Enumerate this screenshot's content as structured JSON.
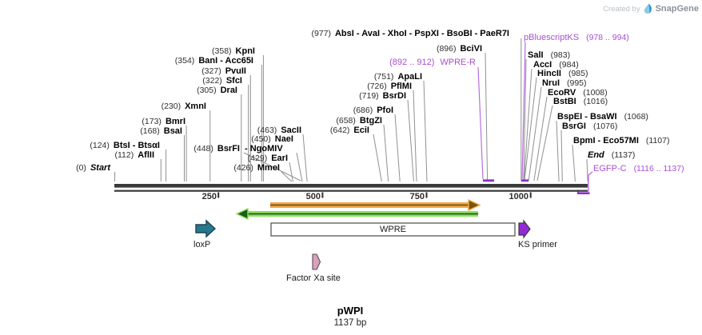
{
  "credit": {
    "created_by": "Created by",
    "brand": "SnapGene"
  },
  "plasmid": {
    "name": "pWPI",
    "length": "1137 bp"
  },
  "ruler": {
    "ticks": [
      "250",
      "500",
      "750",
      "1000"
    ]
  },
  "sites_left": [
    {
      "pos": "(977)",
      "name": "AbsI - AvaI - XhoI - PspXI - BsoBI - PaeR7I"
    },
    {
      "pos": "(358)",
      "name": "KpnI"
    },
    {
      "pos": "(354)",
      "name": "BanI - Acc65I"
    },
    {
      "pos": "(327)",
      "name": "PvuII"
    },
    {
      "pos": "(322)",
      "name": "SfcI"
    },
    {
      "pos": "(305)",
      "name": "DraI"
    },
    {
      "pos": "(230)",
      "name": "XmnI"
    },
    {
      "pos": "(173)",
      "name": "BmrI"
    },
    {
      "pos": "(168)",
      "name": "BsaI"
    },
    {
      "pos": "(124)",
      "name": "BtsI - BtsαI"
    },
    {
      "pos": "(112)",
      "name": "AflII"
    },
    {
      "pos": "(0)",
      "name": "Start"
    },
    {
      "pos": "(463)",
      "name": "SacII"
    },
    {
      "pos": "(450)",
      "name": "NaeI"
    },
    {
      "pos": "(448)",
      "name": "BsrFI"
    },
    {
      "pos": "",
      "name": "- NgoMIV"
    },
    {
      "pos": "(429)",
      "name": "EarI"
    },
    {
      "pos": "(426)",
      "name": "MmeI"
    },
    {
      "pos": "(642)",
      "name": "EciI"
    },
    {
      "pos": "(658)",
      "name": "BtgZI"
    },
    {
      "pos": "(686)",
      "name": "PfoI"
    },
    {
      "pos": "(719)",
      "name": "BsrDI"
    },
    {
      "pos": "(726)",
      "name": "PflMI"
    },
    {
      "pos": "(751)",
      "name": "ApaLI"
    },
    {
      "pos": "(896)",
      "name": "BciVI"
    }
  ],
  "sites_right": [
    {
      "name": "SalI",
      "pos": "(983)"
    },
    {
      "name": "AccI",
      "pos": "(984)"
    },
    {
      "name": "HincII",
      "pos": "(985)"
    },
    {
      "name": "NruI",
      "pos": "(995)"
    },
    {
      "name": "EcoRV",
      "pos": "(1008)"
    },
    {
      "name": "BstBI",
      "pos": "(1016)"
    },
    {
      "name": "BspEI - BsaWI",
      "pos": "(1068)"
    },
    {
      "name": "BsrGI",
      "pos": "(1076)"
    },
    {
      "name": "BpmI - Eco57MI",
      "pos": "(1107)"
    },
    {
      "name": "End",
      "pos": "(1137)"
    }
  ],
  "primers": {
    "wpre_r": {
      "pos": "(892 .. 912)",
      "name": "WPRE-R"
    },
    "pbluescript_ks": {
      "name": "pBluescriptKS",
      "pos": "(978 .. 994)"
    },
    "egfp_c": {
      "name": "EGFP-C",
      "pos": "(1116 .. 1137)"
    }
  },
  "features": {
    "loxp": {
      "label": "loxP"
    },
    "wpre": {
      "label": "WPRE"
    },
    "ks_primer": {
      "label": "KS primer"
    },
    "factor_xa": {
      "label": "Factor Xa site"
    }
  },
  "colors": {
    "primer_text": "#a94fd2",
    "primer_mark": "#8b2fc9",
    "loxp_fill": "#27788c",
    "ks_primer_fill": "#9229d6",
    "factor_xa_fill": "#d9a2ba",
    "orange_arrow": "#f0a94f",
    "green_arrow": "#8ee05e",
    "backbone": "#3a3a3a"
  }
}
